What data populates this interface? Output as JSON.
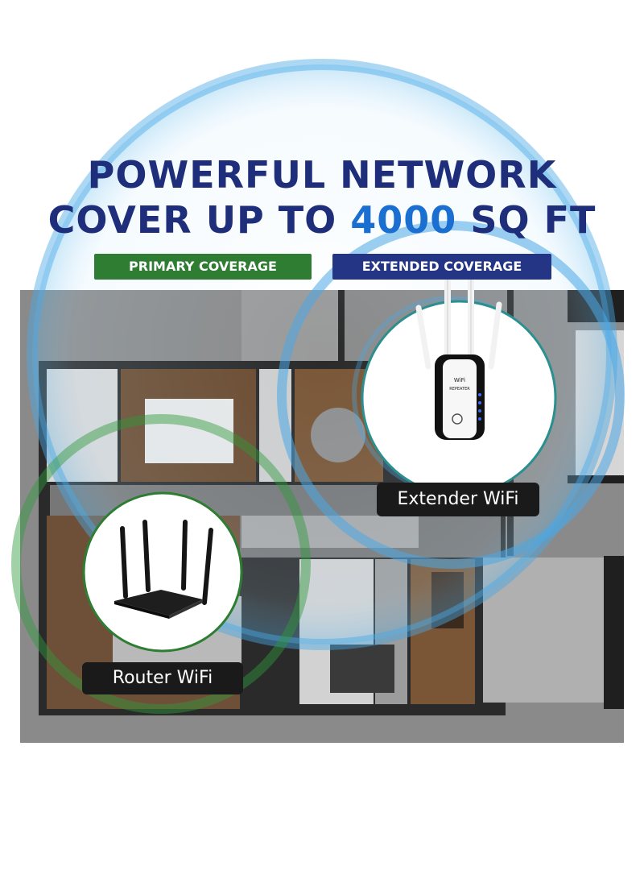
{
  "headline": {
    "line1": "POWERFUL NETWORK",
    "line2_prefix": "COVER UP TO",
    "line2_number": "4000",
    "line2_suffix": "SQ FT"
  },
  "badges": {
    "primary": "PRIMARY COVERAGE",
    "extended": "EXTENDED COVERAGE"
  },
  "devices": {
    "extender_label": "Extender WiFi",
    "router_label": "Router WiFi",
    "extender_brand_text": "WiFi REPEATER"
  },
  "colors": {
    "headline": "#1f2e7a",
    "headline_number": "#1a6fd1",
    "primary_badge": "#2e7d32",
    "extended_badge": "#233584",
    "signal_ring": "#4aa8e6",
    "primary_ring": "#2e9a3a"
  }
}
